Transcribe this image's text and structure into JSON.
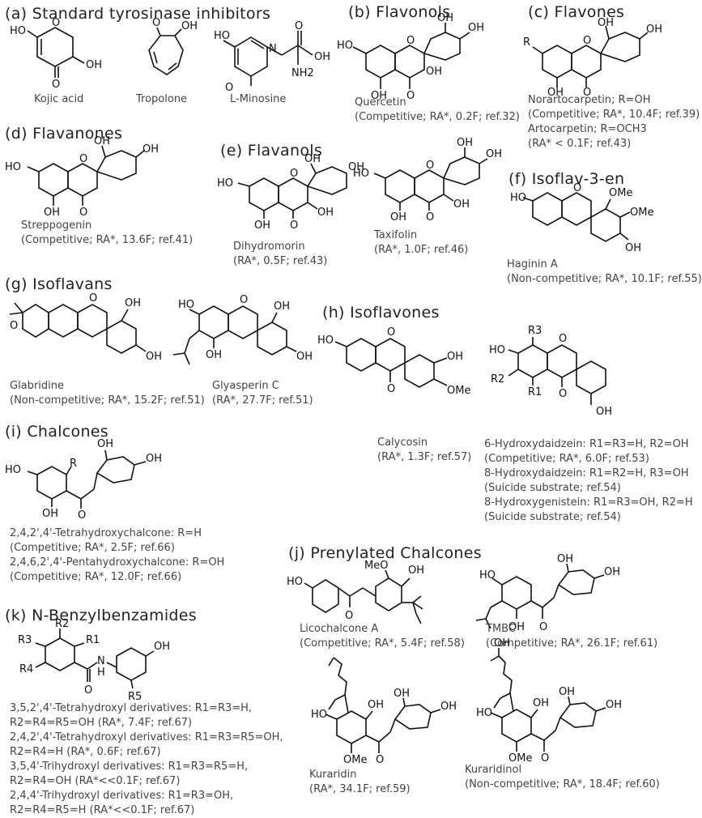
{
  "sections": {
    "a": "(a) Standard tyrosinase inhibitors",
    "b": "(b) Flavonols",
    "c": "(c) Flavones",
    "d": "(d) Flavanones",
    "e": "(e) Flavanols",
    "f": "(f) Isoflav-3-en",
    "g": "(g) Isoflavans",
    "h": "(h) Isoflavones",
    "i": "(i) Chalcones",
    "j": "(j) Prenylated Chalcones",
    "k": "(k) N-Benzylbenzamides"
  },
  "labels": {
    "kojic": "Kojic acid",
    "tropolone": "Tropolone",
    "minosine": "L-Minosine",
    "quercetin": [
      "Quercetin",
      "(Competitive; RA*, 0.2F; ref.32)"
    ],
    "flavones": [
      "Norartocarpetin; R=OH",
      "(Competitive; RA*, 10.4F; ref.39)",
      "Artocarpetin; R=OCH3",
      "(RA* < 0.1F; ref.43)"
    ],
    "streppogenin": [
      "Streppogenin",
      "(Competitive; RA*, 13.6F; ref.41)"
    ],
    "dihydromorin": [
      "Dihydromorin",
      "(RA*, 0.5F; ref.43)"
    ],
    "taxifolin": [
      "Taxifolin",
      "(RA*, 1.0F; ref.46)"
    ],
    "haginin": [
      "Haginin A",
      "(Non-competitive; RA*, 10.1F; ref.55)"
    ],
    "glabridine": [
      "Glabridine",
      "(Non-competitive; RA*, 15.2F; ref.51)"
    ],
    "glyasperin": [
      "Glyasperin C",
      "(RA*, 27.7F; ref.51)"
    ],
    "calycosin": [
      "Calycosin",
      "(RA*, 1.3F; ref.57)"
    ],
    "daidzein": [
      "6-Hydroxydaidzein: R1=R3=H, R2=OH",
      "(Competitive; RA*, 6.0F; ref.53)",
      "8-Hydroxydaidzein: R1=R2=H, R3=OH",
      "(Suicide substrate; ref.54)",
      "8-Hydroxygenistein: R1=R3=OH, R2=H",
      "(Suicide substrate; ref.54)"
    ],
    "chalcones": [
      "2,4,2',4'-Tetrahydroxychalcone: R=H",
      "(Competitive; RA*, 2.5F; ref.66)",
      "2,4,6,2',4'-Pentahydroxychalcone: R=OH",
      "(Competitive; RA*, 12.0F; ref.66)"
    ],
    "licochalcone": [
      "Licochalcone A",
      "(Competitive; RA*, 5.4F; ref.58)"
    ],
    "tmbc": [
      "TMBC",
      "(Competitive; RA*, 26.1F; ref.61)"
    ],
    "kuraridin": [
      "Kuraridin",
      "(RA*, 34.1F; ref.59)"
    ],
    "kuraridinol": [
      "Kuraridinol",
      "(Non-competitive; RA*, 18.4F; ref.60)"
    ],
    "benzamides": [
      "3,5,2',4'-Tetrahydroxyl derivatives: R1=R3=H,",
      "R2=R4=R5=OH (RA*, 7.4F; ref.67)",
      "2,4,2',4'-Tetrahydroxyl derivatives: R1=R3=R5=OH,",
      "R2=R4=H (RA*, 0.6F; ref.67)",
      "3,5,4'-Trihydroxyl derivatives: R1=R3=R5=H,",
      "R2=R4=OH (RA*<<0.1F; ref.67)",
      "2,4,4'-Trihydroxyl derivatives: R1=R3=OH,",
      "R2=R4=R5=H (RA*<<0.1F; ref.67)"
    ]
  },
  "atoms": {
    "oh": "OH",
    "ho": "HO",
    "o": "O",
    "n": "N",
    "nh2": "NH2",
    "nh": "H",
    "ome": "OMe",
    "meo": "MeO",
    "r": "R",
    "r1": "R1",
    "r2": "R2",
    "r3": "R3",
    "r4": "R4",
    "r5": "R5"
  }
}
